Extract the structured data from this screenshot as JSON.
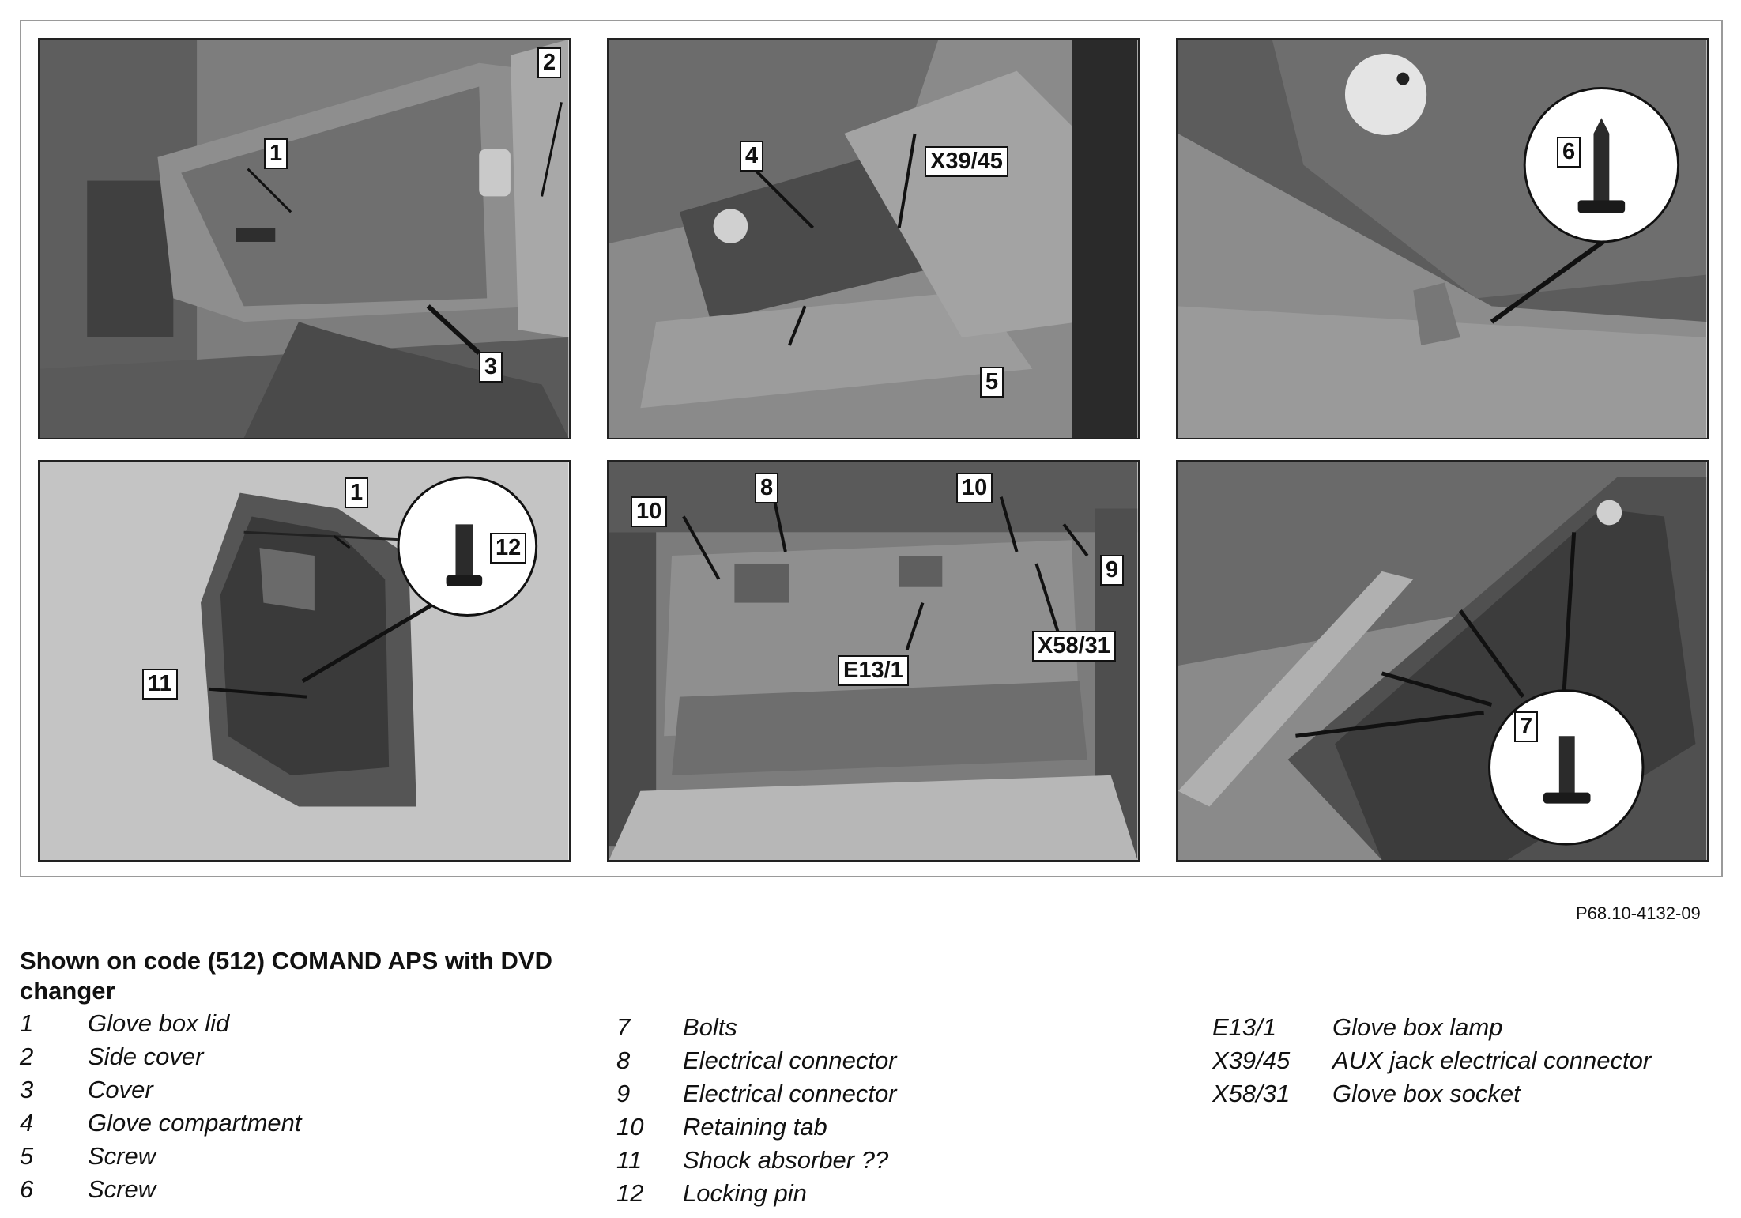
{
  "panels": [
    {
      "callouts": [
        "1",
        "2",
        "3"
      ]
    },
    {
      "callouts": [
        "4",
        "X39/45",
        "5"
      ]
    },
    {
      "callouts": [
        "6"
      ]
    },
    {
      "callouts": [
        "1",
        "12",
        "11"
      ]
    },
    {
      "callouts": [
        "10",
        "8",
        "10",
        "9",
        "X58/31",
        "E13/1"
      ]
    },
    {
      "callouts": [
        "7"
      ]
    }
  ],
  "figure_ref": "P68.10-4132-09",
  "caption": "Shown on code (512) COMAND APS with DVD changer",
  "legend": {
    "column_a": [
      {
        "num": "1",
        "label": "Glove box lid"
      },
      {
        "num": "2",
        "label": "Side cover"
      },
      {
        "num": "3",
        "label": "Cover"
      },
      {
        "num": "4",
        "label": "Glove compartment"
      },
      {
        "num": "5",
        "label": "Screw"
      },
      {
        "num": "6",
        "label": "Screw"
      }
    ],
    "column_b": [
      {
        "num": "7",
        "label": "Bolts"
      },
      {
        "num": "8",
        "label": "Electrical connector"
      },
      {
        "num": "9",
        "label": "Electrical connector"
      },
      {
        "num": "10",
        "label": "Retaining tab"
      },
      {
        "num": "11",
        "label": "Shock absorber ??"
      },
      {
        "num": "12",
        "label": "Locking pin"
      }
    ],
    "column_c": [
      {
        "num": "E13/1",
        "label": "Glove box lamp"
      },
      {
        "num": "X39/45",
        "label": "AUX jack electrical connector"
      },
      {
        "num": "X58/31",
        "label": "Glove box socket"
      }
    ]
  }
}
